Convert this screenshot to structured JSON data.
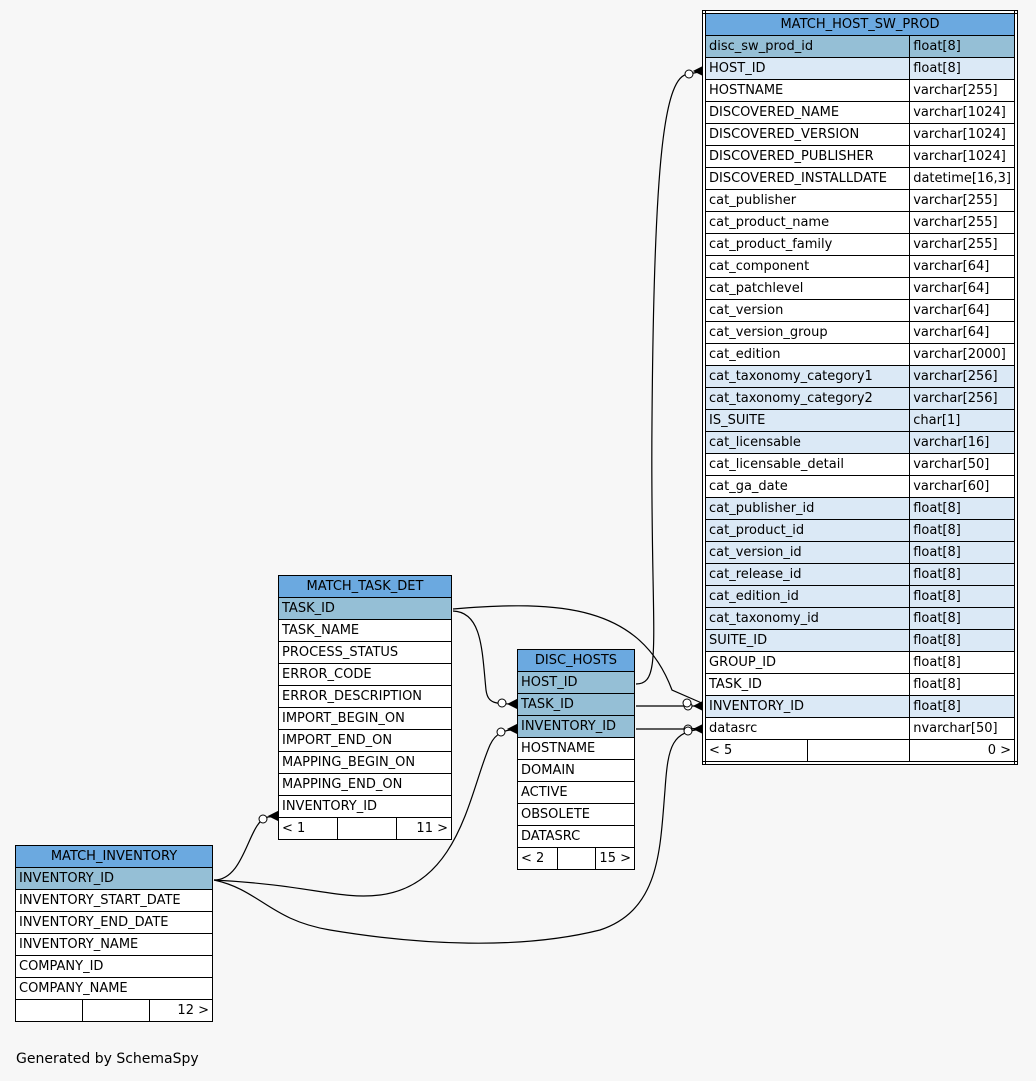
{
  "tables": {
    "match_host_sw_prod": {
      "name": "MATCH_HOST_SW_PROD",
      "columns": [
        {
          "name": "disc_sw_prod_id",
          "type": "float[8]",
          "key": "pk"
        },
        {
          "name": "HOST_ID",
          "type": "float[8]",
          "key": "fk"
        },
        {
          "name": "HOSTNAME",
          "type": "varchar[255]",
          "key": ""
        },
        {
          "name": "DISCOVERED_NAME",
          "type": "varchar[1024]",
          "key": ""
        },
        {
          "name": "DISCOVERED_VERSION",
          "type": "varchar[1024]",
          "key": ""
        },
        {
          "name": "DISCOVERED_PUBLISHER",
          "type": "varchar[1024]",
          "key": ""
        },
        {
          "name": "DISCOVERED_INSTALLDATE",
          "type": "datetime[16,3]",
          "key": ""
        },
        {
          "name": "cat_publisher",
          "type": "varchar[255]",
          "key": ""
        },
        {
          "name": "cat_product_name",
          "type": "varchar[255]",
          "key": ""
        },
        {
          "name": "cat_product_family",
          "type": "varchar[255]",
          "key": ""
        },
        {
          "name": "cat_component",
          "type": "varchar[64]",
          "key": ""
        },
        {
          "name": "cat_patchlevel",
          "type": "varchar[64]",
          "key": ""
        },
        {
          "name": "cat_version",
          "type": "varchar[64]",
          "key": ""
        },
        {
          "name": "cat_version_group",
          "type": "varchar[64]",
          "key": ""
        },
        {
          "name": "cat_edition",
          "type": "varchar[2000]",
          "key": ""
        },
        {
          "name": "cat_taxonomy_category1",
          "type": "varchar[256]",
          "key": "fk"
        },
        {
          "name": "cat_taxonomy_category2",
          "type": "varchar[256]",
          "key": "fk"
        },
        {
          "name": "IS_SUITE",
          "type": "char[1]",
          "key": "fk"
        },
        {
          "name": "cat_licensable",
          "type": "varchar[16]",
          "key": "fk"
        },
        {
          "name": "cat_licensable_detail",
          "type": "varchar[50]",
          "key": ""
        },
        {
          "name": "cat_ga_date",
          "type": "varchar[60]",
          "key": ""
        },
        {
          "name": "cat_publisher_id",
          "type": "float[8]",
          "key": "fk"
        },
        {
          "name": "cat_product_id",
          "type": "float[8]",
          "key": "fk"
        },
        {
          "name": "cat_version_id",
          "type": "float[8]",
          "key": "fk"
        },
        {
          "name": "cat_release_id",
          "type": "float[8]",
          "key": "fk"
        },
        {
          "name": "cat_edition_id",
          "type": "float[8]",
          "key": "fk"
        },
        {
          "name": "cat_taxonomy_id",
          "type": "float[8]",
          "key": "fk"
        },
        {
          "name": "SUITE_ID",
          "type": "float[8]",
          "key": "fk"
        },
        {
          "name": "GROUP_ID",
          "type": "float[8]",
          "key": ""
        },
        {
          "name": "TASK_ID",
          "type": "float[8]",
          "key": ""
        },
        {
          "name": "INVENTORY_ID",
          "type": "float[8]",
          "key": "fk"
        },
        {
          "name": "datasrc",
          "type": "nvarchar[50]",
          "key": ""
        }
      ],
      "footer": {
        "left": "< 5",
        "middle": "",
        "right": "0 >"
      }
    },
    "match_task_det": {
      "name": "MATCH_TASK_DET",
      "columns": [
        {
          "name": "TASK_ID",
          "key": "pk"
        },
        {
          "name": "TASK_NAME",
          "key": ""
        },
        {
          "name": "PROCESS_STATUS",
          "key": ""
        },
        {
          "name": "ERROR_CODE",
          "key": ""
        },
        {
          "name": "ERROR_DESCRIPTION",
          "key": ""
        },
        {
          "name": "IMPORT_BEGIN_ON",
          "key": ""
        },
        {
          "name": "IMPORT_END_ON",
          "key": ""
        },
        {
          "name": "MAPPING_BEGIN_ON",
          "key": ""
        },
        {
          "name": "MAPPING_END_ON",
          "key": ""
        },
        {
          "name": "INVENTORY_ID",
          "key": ""
        }
      ],
      "footer": {
        "left": "< 1",
        "middle": "",
        "right": "11 >"
      }
    },
    "disc_hosts": {
      "name": "DISC_HOSTS",
      "columns": [
        {
          "name": "HOST_ID",
          "key": "pk"
        },
        {
          "name": "TASK_ID",
          "key": "pk"
        },
        {
          "name": "INVENTORY_ID",
          "key": "pk"
        },
        {
          "name": "HOSTNAME",
          "key": ""
        },
        {
          "name": "DOMAIN",
          "key": ""
        },
        {
          "name": "ACTIVE",
          "key": ""
        },
        {
          "name": "OBSOLETE",
          "key": ""
        },
        {
          "name": "DATASRC",
          "key": ""
        }
      ],
      "footer": {
        "left": "< 2",
        "middle": "",
        "right": "15 >"
      }
    },
    "match_inventory": {
      "name": "MATCH_INVENTORY",
      "columns": [
        {
          "name": "INVENTORY_ID",
          "key": "pk"
        },
        {
          "name": "INVENTORY_START_DATE",
          "key": ""
        },
        {
          "name": "INVENTORY_END_DATE",
          "key": ""
        },
        {
          "name": "INVENTORY_NAME",
          "key": ""
        },
        {
          "name": "COMPANY_ID",
          "key": ""
        },
        {
          "name": "COMPANY_NAME",
          "key": ""
        }
      ],
      "footer": {
        "left": "",
        "middle": "",
        "right": "12 >"
      }
    }
  },
  "generated_by": "Generated by SchemaSpy",
  "colors": {
    "background": "#f7f7f7",
    "title": "#6ba9e0",
    "primary_key": "#95bfd6",
    "foreign_key": "#dbe9f6",
    "row": "#ffffff"
  }
}
